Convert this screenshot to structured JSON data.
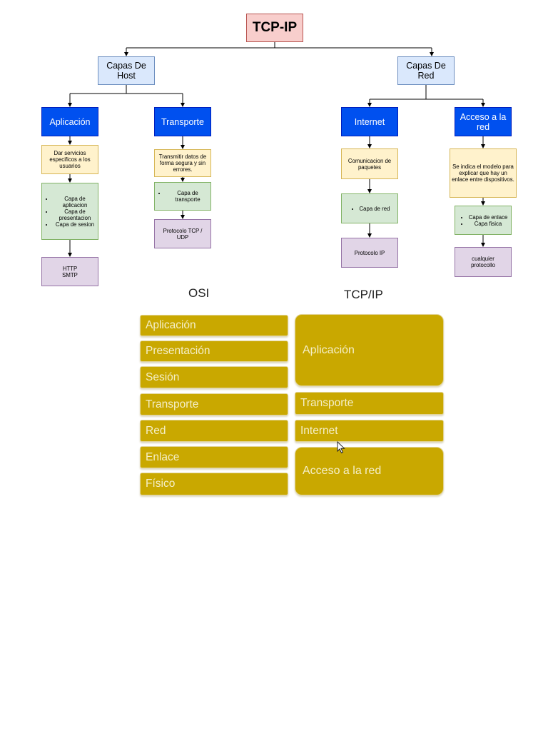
{
  "diagram": {
    "root": "TCP-IP",
    "host_group": "Capas De Host",
    "network_group": "Capas De Red",
    "layers": {
      "application": {
        "title": "Aplicación",
        "description": "Dar servicios especificos a los usuarios",
        "items": [
          "Capa de aplicacion",
          "Capa de presentacion",
          "Capa de sesion"
        ],
        "protocols": [
          "HTTP",
          "SMTP"
        ]
      },
      "transport": {
        "title": "Transporte",
        "description": "Transmitir datos de forma segura y sin errores.",
        "items": [
          "Capa de transporte"
        ],
        "protocols": [
          "Protocolo TCP / UDP"
        ]
      },
      "internet": {
        "title": "Internet",
        "description": "Comunicacion de paquetes",
        "items": [
          "Capa de red"
        ],
        "protocols": [
          "Protocolo IP"
        ]
      },
      "network_access": {
        "title": "Acceso a la red",
        "description": "Se indica el modelo para explicar que hay un enlace entre dispositivos.",
        "items": [
          "Capa de enlace",
          "Capa fisica"
        ],
        "protocols": [
          "cualquier protocollo"
        ]
      }
    }
  },
  "comparison": {
    "osi_title": "OSI",
    "tcpip_title": "TCP/IP",
    "osi_layers": [
      "Aplicación",
      "Presentación",
      "Sesión",
      "Transporte",
      "Red",
      "Enlace",
      "Físico"
    ],
    "tcpip_layers": [
      "Aplicación",
      "Transporte",
      "Internet",
      "Acceso a la red"
    ]
  },
  "colors": {
    "root_fill": "#f8cecc",
    "group_fill": "#dae8fc",
    "layer_fill": "#0050ef",
    "description_fill": "#fff2cc",
    "list_fill": "#d5e8d4",
    "protocol_fill": "#e1d5e7",
    "comparison_bar": "#c9a800"
  }
}
